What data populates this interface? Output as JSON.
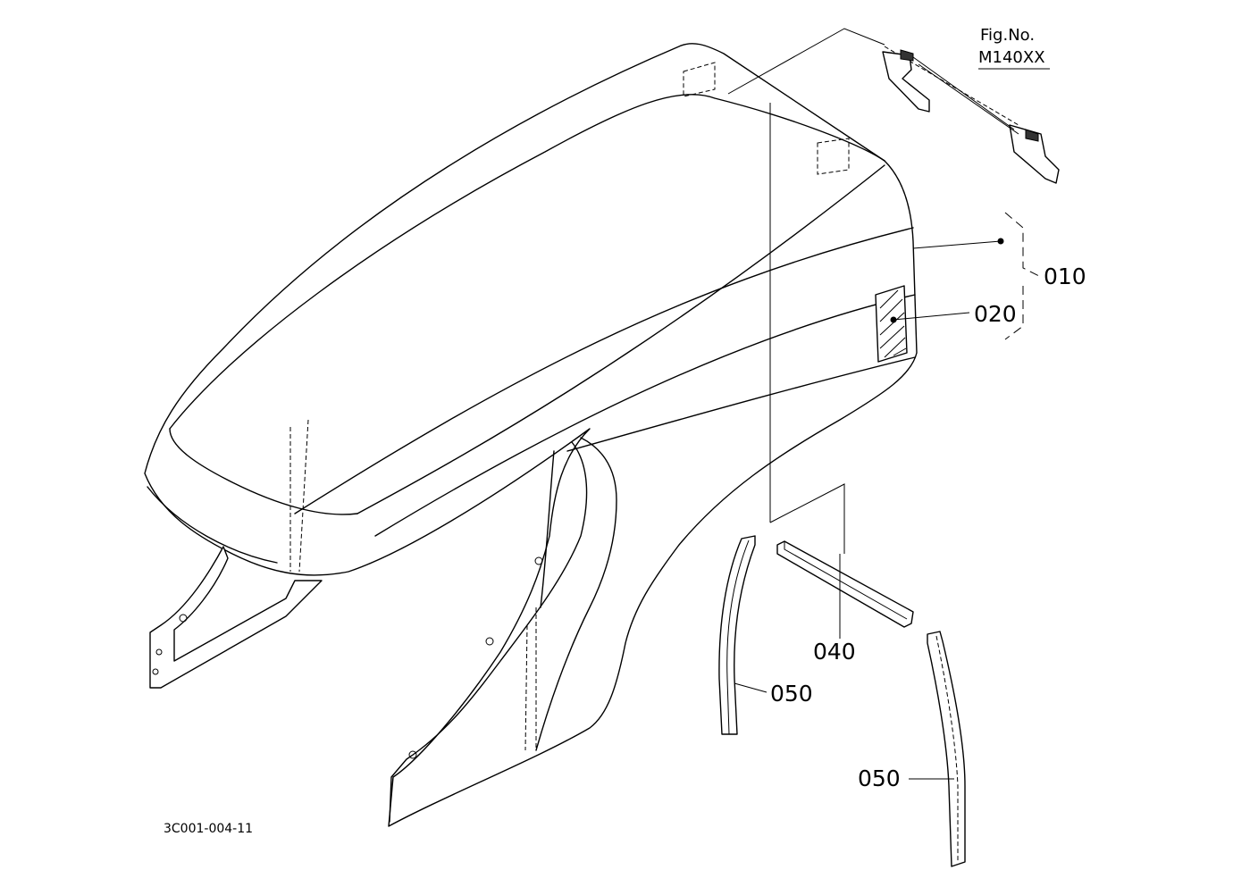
{
  "figure": {
    "fig_label": "Fig.No.",
    "fig_number": "M140XX",
    "drawing_code": "3C001-004-11"
  },
  "callouts": [
    {
      "id": "010",
      "text": "010"
    },
    {
      "id": "020",
      "text": "020"
    },
    {
      "id": "040",
      "text": "040"
    },
    {
      "id": "050a",
      "text": "050"
    },
    {
      "id": "050b",
      "text": "050"
    }
  ],
  "colors": {
    "line": "#000000",
    "background": "#ffffff"
  }
}
